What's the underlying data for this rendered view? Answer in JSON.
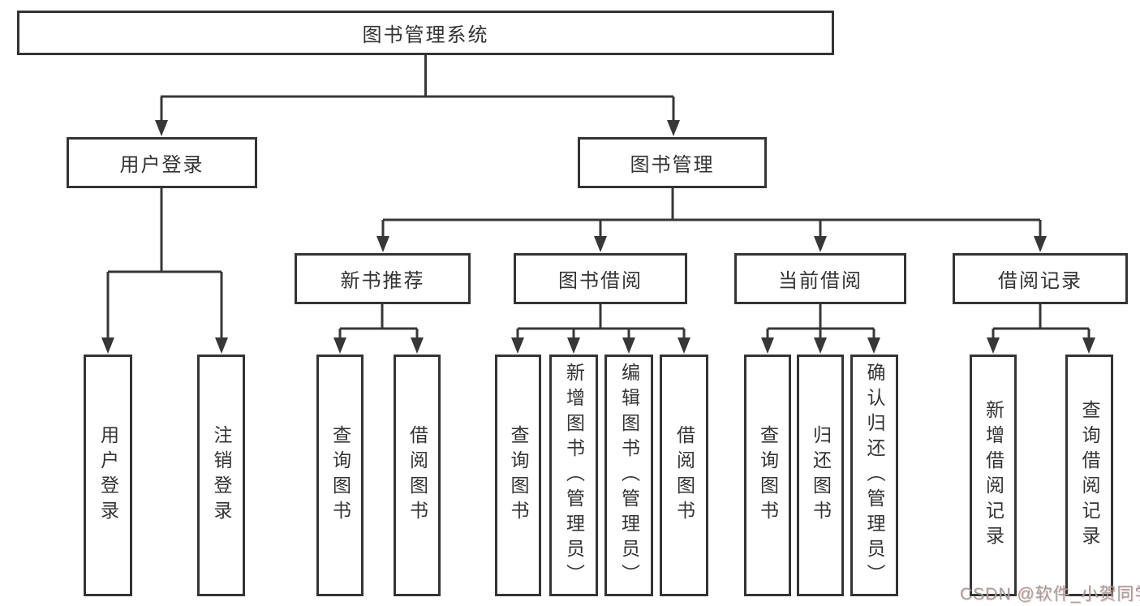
{
  "diagram": {
    "root": "图书管理系统",
    "level1": [
      {
        "label": "用户登录",
        "children": [
          "用户登录",
          "注销登录"
        ]
      },
      {
        "label": "图书管理"
      }
    ],
    "level2": [
      {
        "label": "新书推荐",
        "children": [
          "查询图书",
          "借阅图书"
        ]
      },
      {
        "label": "图书借阅",
        "children": [
          "查询图书",
          "新增图书（管理员）",
          "编辑图书（管理员）",
          "借阅图书"
        ]
      },
      {
        "label": "当前借阅",
        "children": [
          "查询图书",
          "归还图书",
          "确认归还（管理员）"
        ]
      },
      {
        "label": "借阅记录",
        "children": [
          "新增借阅记录",
          "查询借阅记录"
        ]
      }
    ]
  },
  "watermark": "CSDN @软件_小贺同学",
  "colors": {
    "line": "#373737",
    "box_border": "#343434",
    "box_background": "#ffffff",
    "text": "#333333",
    "watermark_text": "#a0a0a0"
  }
}
